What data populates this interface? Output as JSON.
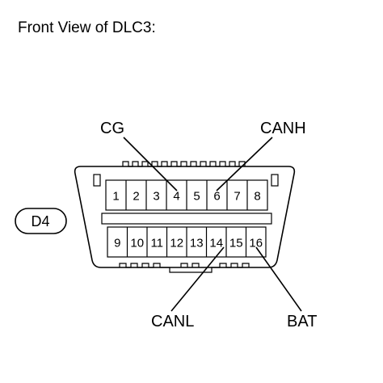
{
  "title": "Front View of DLC3:",
  "connector_tag": "D4",
  "pins_top": [
    "1",
    "2",
    "3",
    "4",
    "5",
    "6",
    "7",
    "8"
  ],
  "pins_bottom": [
    "9",
    "10",
    "11",
    "12",
    "13",
    "14",
    "15",
    "16"
  ],
  "signals": {
    "cg": "CG",
    "canh": "CANH",
    "canl": "CANL",
    "bat": "BAT"
  }
}
